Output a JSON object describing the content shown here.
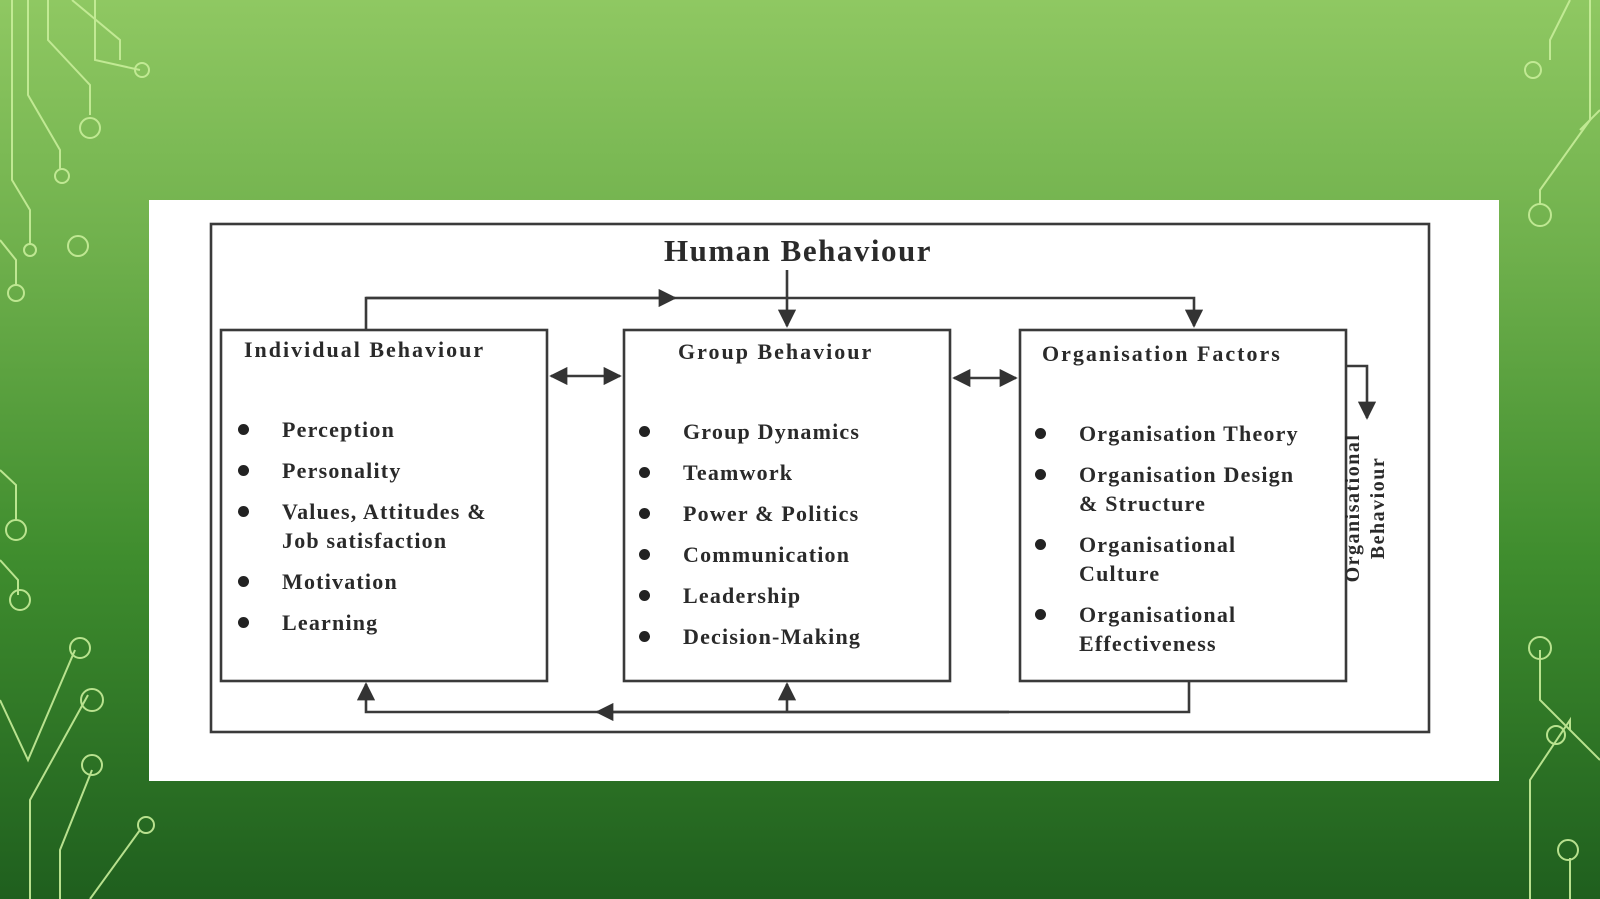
{
  "diagram": {
    "title": "Human Behaviour",
    "boxes": [
      {
        "title": "Individual Behaviour",
        "items": [
          "Perception",
          "Personality",
          "Values, Attitudes & Job satisfaction",
          "Motivation",
          "Learning"
        ]
      },
      {
        "title": "Group Behaviour",
        "items": [
          "Group Dynamics",
          "Teamwork",
          "Power & Politics",
          "Communication",
          "Leadership",
          "Decision-Making"
        ]
      },
      {
        "title": "Organisation Factors",
        "items": [
          "Organisation Theory",
          "Organisation Design & Structure",
          "Organisational Culture",
          "Organisational Effectiveness"
        ]
      }
    ],
    "side_label": "Organisational Behaviour"
  },
  "colors": {
    "background_top": "#8fc862",
    "background_bottom": "#1f5f1e",
    "circuit_line": "#c8ee9a",
    "diagram_line": "#3a3a3a",
    "card": "#ffffff"
  }
}
